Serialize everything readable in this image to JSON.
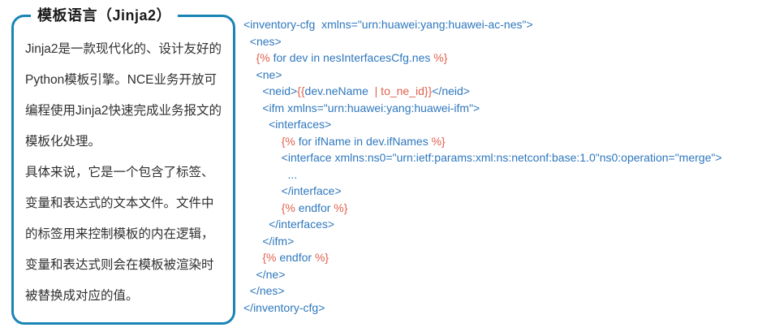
{
  "panel": {
    "title": "模板语言（Jinja2）",
    "paragraphs": [
      "Jinja2是一款现代化的、设计友好的Python模板引擎。NCE业务开放可编程使用Jinja2快速完成业务报文的模板化处理。",
      "具体来说，它是一个包含了标签、变量和表达式的文本文件。文件中的标签用来控制模板的内在逻辑，变量和表达式则会在模板被渲染时被替换成对应的值。"
    ],
    "border_color": "#1a84b5"
  },
  "code": {
    "colors": {
      "tag": "#2e77bd",
      "jinja": "#e2604c"
    },
    "lines": [
      [
        {
          "t": "<inventory-cfg  xmlns=\"urn:huawei:yang:huawei-ac-nes\">",
          "c": "tag"
        }
      ],
      [
        {
          "t": "  <nes>",
          "c": "tag"
        }
      ],
      [
        {
          "t": "    ",
          "c": "tag"
        },
        {
          "t": "{%",
          "c": "jinja"
        },
        {
          "t": " for dev in nesInterfacesCfg.nes ",
          "c": "tag"
        },
        {
          "t": "%}",
          "c": "jinja"
        }
      ],
      [
        {
          "t": "    <ne>",
          "c": "tag"
        }
      ],
      [
        {
          "t": "      <neid>",
          "c": "tag"
        },
        {
          "t": "{{",
          "c": "jinja"
        },
        {
          "t": "dev.neName ",
          "c": "tag"
        },
        {
          "t": " | to_ne_id}}",
          "c": "jinja"
        },
        {
          "t": "</neid>",
          "c": "tag"
        }
      ],
      [
        {
          "t": "      <ifm xmlns=\"urn:huawei:yang:huawei-ifm\">",
          "c": "tag"
        }
      ],
      [
        {
          "t": "        <interfaces>",
          "c": "tag"
        }
      ],
      [
        {
          "t": "            ",
          "c": "tag"
        },
        {
          "t": "{%",
          "c": "jinja"
        },
        {
          "t": " for ifName in dev.ifNames ",
          "c": "tag"
        },
        {
          "t": "%}",
          "c": "jinja"
        }
      ],
      [
        {
          "t": "            <interface xmlns:ns0=\"urn:ietf:params:xml:ns:netconf:base:1.0\"ns0:operation=\"merge\">",
          "c": "tag"
        }
      ],
      [
        {
          "t": "              ...",
          "c": "tag"
        }
      ],
      [
        {
          "t": "            </interface>",
          "c": "tag"
        }
      ],
      [
        {
          "t": "            ",
          "c": "tag"
        },
        {
          "t": "{%",
          "c": "jinja"
        },
        {
          "t": " endfor ",
          "c": "tag"
        },
        {
          "t": "%}",
          "c": "jinja"
        }
      ],
      [
        {
          "t": "        </interfaces>",
          "c": "tag"
        }
      ],
      [
        {
          "t": "      </ifm>",
          "c": "tag"
        }
      ],
      [
        {
          "t": "      ",
          "c": "tag"
        },
        {
          "t": "{%",
          "c": "jinja"
        },
        {
          "t": " endfor ",
          "c": "tag"
        },
        {
          "t": "%}",
          "c": "jinja"
        }
      ],
      [
        {
          "t": "    </ne>",
          "c": "tag"
        }
      ],
      [
        {
          "t": "  </nes>",
          "c": "tag"
        }
      ],
      [
        {
          "t": "</inventory-cfg>",
          "c": "tag"
        }
      ]
    ]
  }
}
